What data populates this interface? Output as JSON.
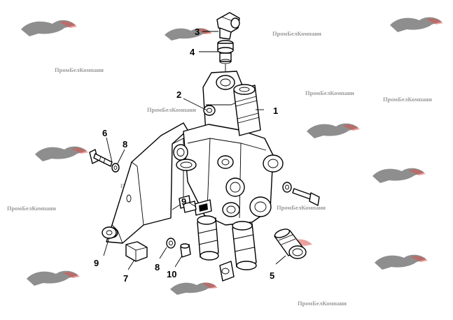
{
  "watermark": {
    "text": "ПромБелКомпани"
  },
  "callouts": [
    {
      "label": "1"
    },
    {
      "label": "2"
    },
    {
      "label": "3"
    },
    {
      "label": "4"
    },
    {
      "label": "5"
    },
    {
      "label": "6"
    },
    {
      "label": "7"
    },
    {
      "label": "8"
    },
    {
      "label": "8"
    },
    {
      "label": "9"
    },
    {
      "label": "9"
    },
    {
      "label": "10"
    }
  ],
  "colors": {
    "line": "#000000",
    "watermark_text": "#9a9a9a",
    "logo_gray": "#8e8e8e",
    "logo_red": "#d9534f"
  }
}
